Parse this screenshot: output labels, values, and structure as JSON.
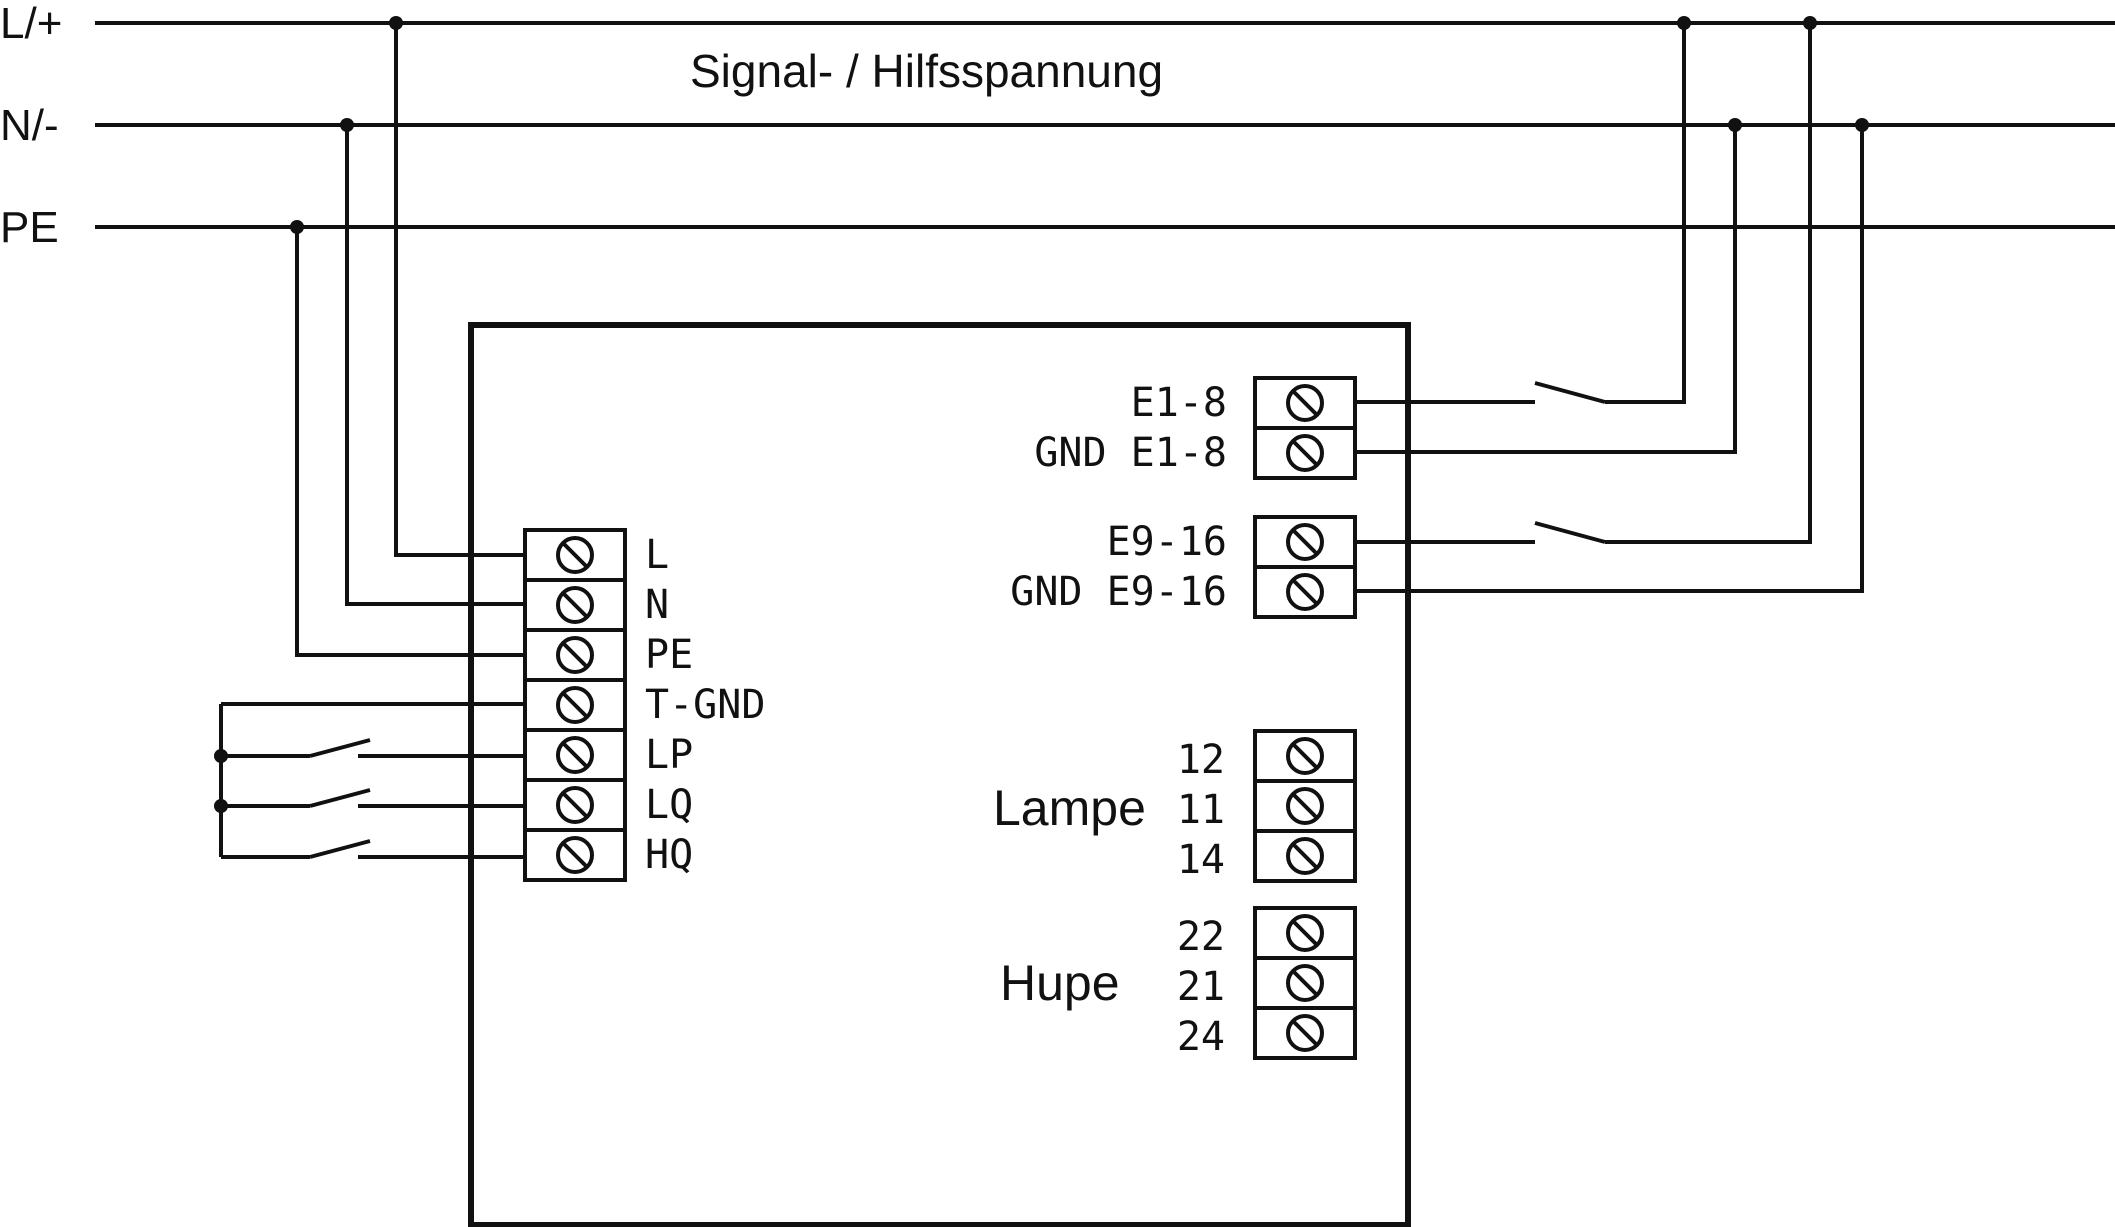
{
  "buses": {
    "line": "L/+",
    "neutral": "N/-",
    "earth": "PE"
  },
  "title": "Signal- / Hilfsspannung",
  "power_terminals": [
    "L",
    "N",
    "PE",
    "T-GND",
    "LP",
    "LQ",
    "HQ"
  ],
  "input_terminals": [
    "E1-8",
    "GND E1-8",
    "E9-16",
    "GND E9-16"
  ],
  "lamp": {
    "label": "Lampe",
    "pins": [
      "12",
      "11",
      "14"
    ]
  },
  "horn": {
    "label": "Hupe",
    "pins": [
      "22",
      "21",
      "24"
    ]
  }
}
